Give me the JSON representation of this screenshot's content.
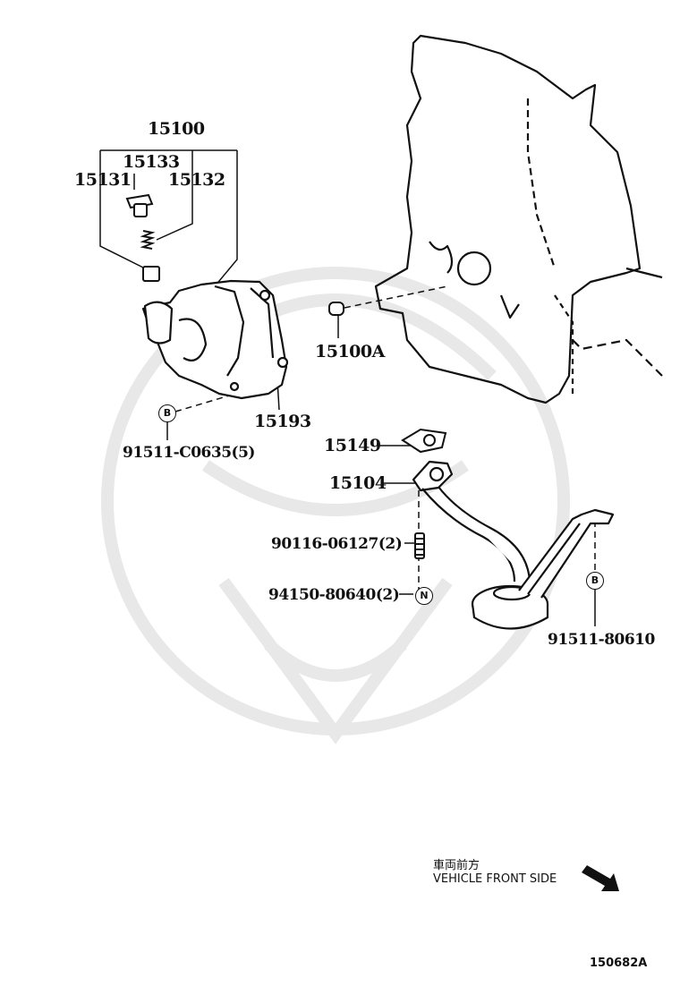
{
  "labels": {
    "p15100": "15100",
    "p15133": "15133",
    "p15131": "15131",
    "p15132": "15132",
    "p15100A": "15100A",
    "p15193": "15193",
    "p91511_c0635": "91511-C0635(5)",
    "p15149": "15149",
    "p15104": "15104",
    "p90116": "90116-06127(2)",
    "p94150": "94150-80640(2)",
    "p91511_80610": "91511-80610"
  },
  "markers": {
    "b1": "B",
    "b2": "B",
    "n1": "N"
  },
  "direction": {
    "japanese": "車両前方",
    "english": "VEHICLE FRONT SIDE"
  },
  "illustration_code": "150682A",
  "colors": {
    "line": "#111111",
    "watermark": "#e6e6e6"
  }
}
